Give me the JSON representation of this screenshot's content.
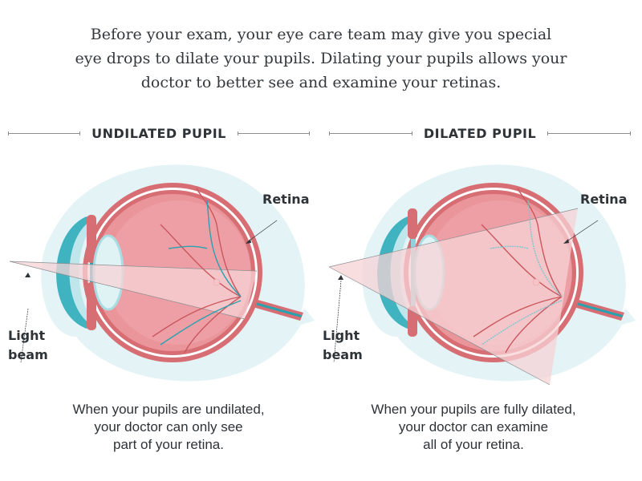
{
  "intro": {
    "lines": [
      "Before your exam, your eye care team may give you special",
      "eye drops to dilate your pupils. Dilating your pupils allows your",
      "doctor to better see and examine your retinas."
    ]
  },
  "panels": [
    {
      "id": "undilated",
      "heading": "UNDILATED PUPIL",
      "labels": {
        "retina": "Retina",
        "light_line1": "Light",
        "light_line2": "beam"
      },
      "caption": [
        "When your pupils are undilated,",
        "your doctor can only see",
        "part of your retina."
      ]
    },
    {
      "id": "dilated",
      "heading": "DILATED PUPIL",
      "labels": {
        "retina": "Retina",
        "light_line1": "Light",
        "light_line2": "beam"
      },
      "caption": [
        "When your pupils are fully dilated,",
        "your doctor can examine",
        "all of your retina."
      ]
    }
  ],
  "colors": {
    "sclera": "#d66e73",
    "eye_interior": "#e9959a",
    "retina_area": "#ee9fa5",
    "cornea": "#3fb4c0",
    "halo": "#e3f3f6",
    "light_beam": "#f7d3d5",
    "vessel_red": "#c9585e",
    "vessel_blue": "#2aa1ae",
    "text": "#2e3338"
  }
}
